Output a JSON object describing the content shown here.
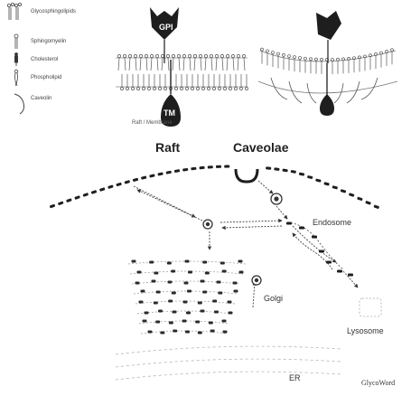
{
  "legend": {
    "items": [
      {
        "label": "Glycosphingolipids",
        "icon": "glycolipid-icon"
      },
      {
        "label": "Sphingomyelin",
        "icon": "sphingomyelin-icon"
      },
      {
        "label": "Cholesterol",
        "icon": "cholesterol-icon"
      },
      {
        "label": "Phospholipid",
        "icon": "phospholipid-icon"
      },
      {
        "label": "Caveolin",
        "icon": "caveolin-icon"
      }
    ]
  },
  "raft_panel": {
    "gpi_label": "GPI",
    "tm_label": "TM",
    "caption": "Raft / Membrane"
  },
  "labels": {
    "raft": "Raft",
    "caveolae": "Caveolae",
    "endosome": "Endosome",
    "golgi": "Golgi",
    "lysosome": "Lysosome",
    "er": "ER",
    "watermark": "GlycoWord"
  },
  "colors": {
    "ink": "#1e1e1e",
    "membrane_gray": "#8a8a8a",
    "light_gray": "#bdbdbd"
  }
}
